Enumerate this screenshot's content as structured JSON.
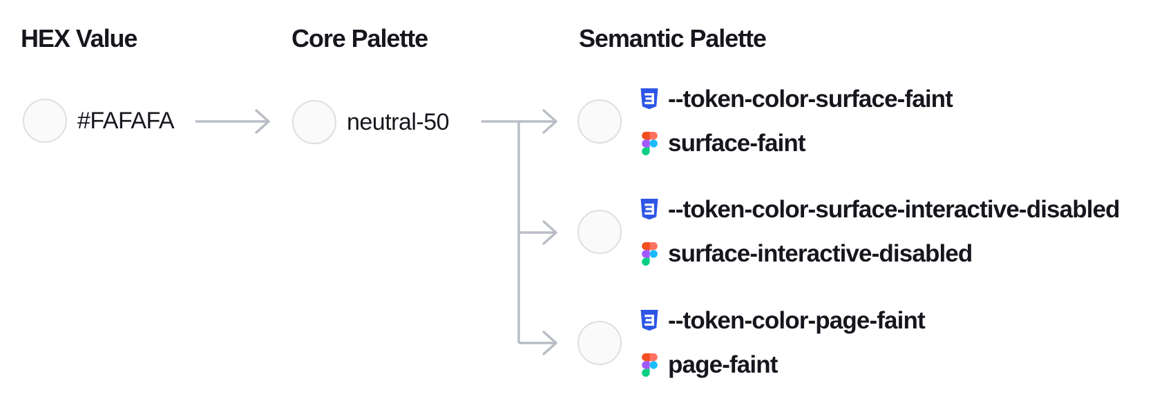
{
  "headings": {
    "hex": "HEX Value",
    "core": "Core Palette",
    "semantic": "Semantic Palette"
  },
  "hex_node": {
    "label": "#FAFAFA"
  },
  "core_node": {
    "label": "neutral-50"
  },
  "semantic_nodes": [
    {
      "css_token": "--token-color-surface-faint",
      "figma_name": "surface-faint"
    },
    {
      "css_token": "--token-color-surface-interactive-disabled",
      "figma_name": "surface-interactive-disabled"
    },
    {
      "css_token": "--token-color-page-faint",
      "figma_name": "page-faint"
    }
  ],
  "icons": {
    "css": "css3-badge-icon",
    "figma": "figma-logo-icon"
  },
  "colors": {
    "background": "#ffffff",
    "text": "#16161d",
    "connector": "#b9bdc6",
    "swatch_fill": "#fafafa",
    "swatch_border": "#dcdee3",
    "css_badge_blue": "#2e56e6",
    "figma_red": "#f24e1e",
    "figma_salmon": "#ff7262",
    "figma_purple": "#a259ff",
    "figma_blue": "#1abcfe",
    "figma_green": "#0acf83"
  }
}
